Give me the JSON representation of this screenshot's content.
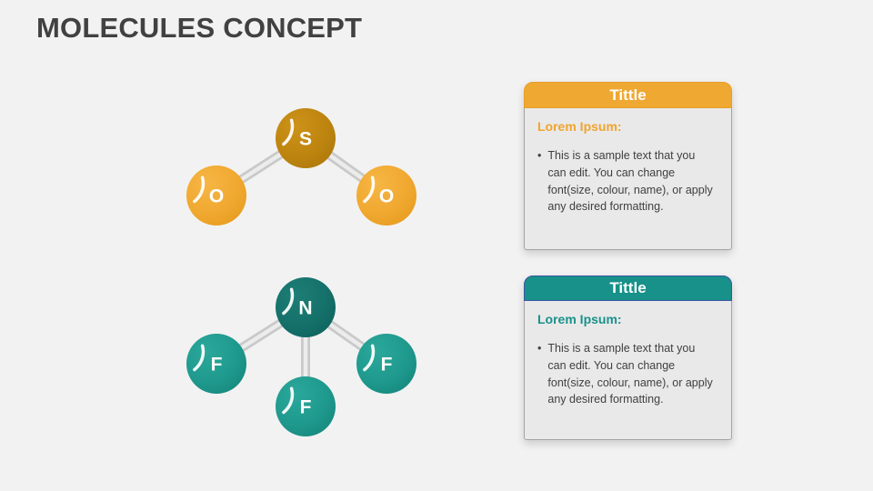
{
  "page": {
    "title": "MOLECULES CONCEPT",
    "background_color": "#f2f2f2",
    "title_color": "#414141"
  },
  "molecules": [
    {
      "atoms": [
        {
          "label": "S",
          "color": "#be8511"
        },
        {
          "label": "O",
          "color": "#f0a830"
        },
        {
          "label": "O",
          "color": "#f0a830"
        }
      ],
      "bond_color": "#c9c9c9"
    },
    {
      "atoms": [
        {
          "label": "N",
          "color": "#15706a"
        },
        {
          "label": "F",
          "color": "#1f998d"
        },
        {
          "label": "F",
          "color": "#1f998d"
        },
        {
          "label": "F",
          "color": "#1f998d"
        }
      ],
      "bond_color": "#c9c9c9"
    }
  ],
  "cards": [
    {
      "title": "Tittle",
      "accent_color": "#efa832",
      "heading": "Lorem Ipsum:",
      "heading_color": "#f0a42d",
      "bullet_marker": "•",
      "bullet_text": "This is a sample text that you can edit. You can change font(size, colour, name), or apply any desired formatting.",
      "body_bg": "#e9e9e9",
      "body_text_color": "#404040"
    },
    {
      "title": "Tittle",
      "accent_color": "#179189",
      "header_border_color": "#3c55a3",
      "heading": "Lorem Ipsum:",
      "heading_color": "#18918a",
      "bullet_marker": "•",
      "bullet_text": "This is a sample text that you can edit. You can change font(size, colour, name), or apply any desired formatting.",
      "body_bg": "#e9e9e9",
      "body_text_color": "#404040"
    }
  ]
}
